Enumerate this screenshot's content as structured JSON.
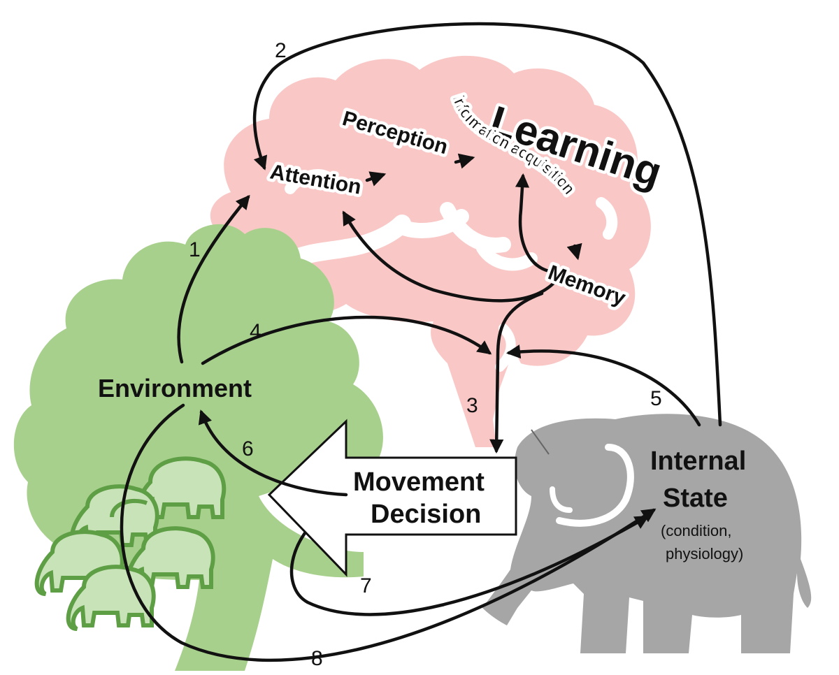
{
  "colors": {
    "brain": "#f9c7c5",
    "tree": "#a8d08d",
    "tree_dark": "#5e9e45",
    "elephant": "#a6a6a6",
    "arrow": "#111111"
  },
  "nodes": {
    "learning": "Learning",
    "information_acquisition": "information acquisition",
    "attention": "Attention",
    "perception": "Perception",
    "memory": "Memory",
    "environment": "Environment",
    "movement_decision": [
      "Movement",
      "Decision"
    ],
    "internal_state": [
      "Internal",
      "State"
    ],
    "internal_state_note": [
      "(condition,",
      "physiology)"
    ]
  },
  "flows": [
    "1",
    "2",
    "3",
    "4",
    "5",
    "6",
    "7",
    "8"
  ],
  "icons": [
    "brain-icon",
    "tree-icon",
    "elephant-icon",
    "elephant-herd-icon"
  ]
}
